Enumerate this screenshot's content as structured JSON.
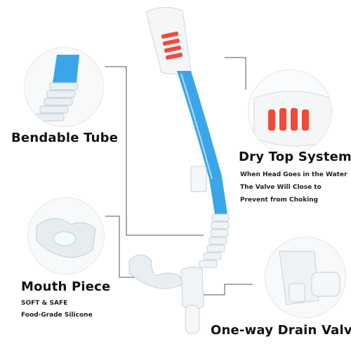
{
  "labels": {
    "bendable": {
      "title": "Bendable Tube"
    },
    "dry_top": {
      "title": "Dry Top System",
      "lines": [
        "When Head Goes in the Water",
        "The Valve Will Close to",
        "Prevent from Choking"
      ]
    },
    "mouth": {
      "title": "Mouth Piece",
      "lines": [
        "SOFT & SAFE",
        "Food-Grade Silicone"
      ]
    },
    "drain": {
      "title": "One-way Drain Valve"
    }
  },
  "colors": {
    "tube_blue": "#3aa6e8",
    "tube_white": "#f4f6f8",
    "valve_red": "#f04a3a",
    "clear_silicone": "#dfe8ee",
    "leader_line": "#555555"
  },
  "icons": [
    "snorkel-product-image",
    "bendable-tube-closeup",
    "dry-top-closeup",
    "mouth-piece-closeup",
    "drain-valve-closeup"
  ]
}
